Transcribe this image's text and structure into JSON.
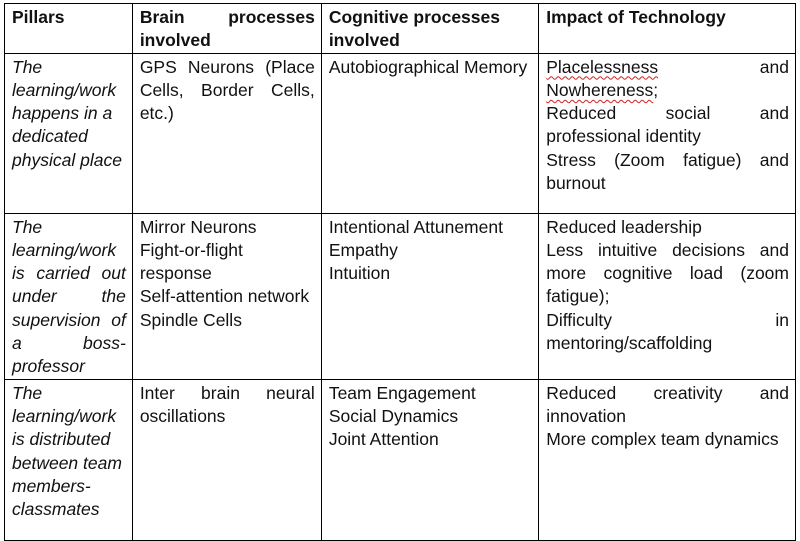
{
  "headers": {
    "pillars": "Pillars",
    "brain": "Brain processes involved",
    "cognitive": "Cognitive processes involved",
    "impact": "Impact of Technology"
  },
  "rows": [
    {
      "pillar": "The learning/work happens in a dedicated physical place",
      "brain": "GPS Neurons (Place Cells, Border Cells, etc.)",
      "cognitive": [
        "Autobiographical Memory"
      ],
      "impact": {
        "placelessness_word": "Placelessness",
        "and_word": "and",
        "nowhereness_word": "Nowhereness",
        "nowhereness_suffix": ";",
        "reduced_identity": "Reduced social and professional identity",
        "stress": "Stress (Zoom fatigue) and burnout"
      }
    },
    {
      "pillar": "The learning/work is carried out under the supervision of a boss-professor",
      "brain": [
        "Mirror Neurons",
        "Fight-or-flight response",
        "Self-attention network",
        "Spindle Cells"
      ],
      "cognitive": [
        "Intentional Attunement",
        "Empathy",
        "Intuition"
      ],
      "impact": {
        "leadership": "Reduced leadership",
        "decisions": "Less intuitive decisions and more cognitive load (zoom fatigue);",
        "mentoring": "Difficulty in mentoring/scaffolding"
      }
    },
    {
      "pillar": "The learning/work is distributed between team members-classmates",
      "brain": [
        "Inter brain neural oscillations"
      ],
      "cognitive": [
        "Team Engagement",
        "Social Dynamics",
        "Joint Attention"
      ],
      "impact": {
        "creativity": "Reduced creativity and innovation",
        "dynamics": "More complex team dynamics"
      }
    }
  ]
}
